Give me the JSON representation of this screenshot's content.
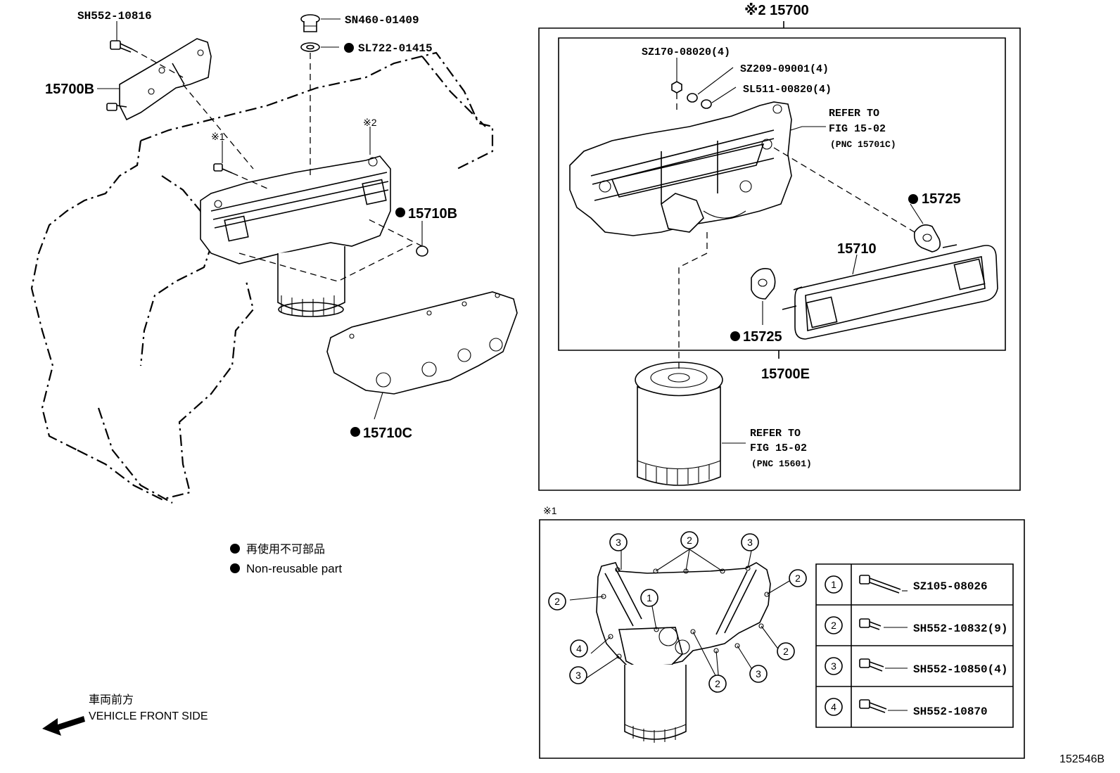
{
  "labels": {
    "sh552_10816": "SH552-10816",
    "sn460_01409": "SN460-01409",
    "sl722_01415": "SL722-01415",
    "p15700b": "15700B",
    "ref1": "※1",
    "ref2": "※2",
    "p15710b": "15710B",
    "p15710c": "15710C",
    "p15700_title": "※2 15700",
    "sz170_08020": "SZ170-08020(4)",
    "sz209_09001": "SZ209-09001(4)",
    "sl511_00820": "SL511-00820(4)",
    "refer_top_1": "REFER TO",
    "refer_top_2": "FIG 15-02",
    "refer_top_3": "(PNC 15701C)",
    "p15725_a": "15725",
    "p15710": "15710",
    "p15725_b": "15725",
    "p15700e": "15700E",
    "refer_bot_1": "REFER TO",
    "refer_bot_2": "FIG 15-02",
    "refer_bot_3": "(PNC 15601)",
    "detail_ref": "※1",
    "legend_jp": "再使用不可部品",
    "legend_en": "Non-reusable part",
    "front_jp": "車両前方",
    "front_en": "VEHICLE FRONT SIDE",
    "figure_id": "152546B"
  },
  "bolt_table": [
    {
      "num": "1",
      "part": "SZ105-08026"
    },
    {
      "num": "2",
      "part": "SH552-10832(9)"
    },
    {
      "num": "3",
      "part": "SH552-10850(4)"
    },
    {
      "num": "4",
      "part": "SH552-10870"
    }
  ],
  "callouts": {
    "c1": "1",
    "c2": "2",
    "c3": "3",
    "c4": "4"
  }
}
